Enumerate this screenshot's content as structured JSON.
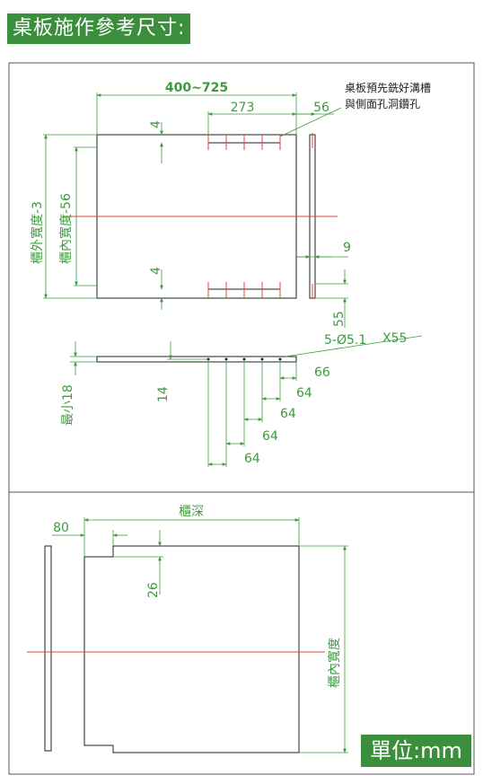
{
  "title": "桌板施作參考尺寸:",
  "unit": "單位:mm",
  "top_view": {
    "width_range": "400~725",
    "slot_span": "273",
    "edge_offset": "56",
    "slot_inset_top": "4",
    "slot_inset_bottom": "4",
    "outer_width": "櫃外寬度-3",
    "inner_width": "櫃內寬度-56",
    "note_line1": "桌板預先銑好溝槽",
    "note_line2": "與側面孔洞鑽孔",
    "side_offset": "9",
    "side_bottom": "55"
  },
  "side_view": {
    "holes": "5-Ø5.1",
    "hole_depth": "X55",
    "hole_height": "14",
    "min_thickness": "最小18",
    "spacings": [
      "66",
      "64",
      "64",
      "64",
      "64"
    ]
  },
  "bottom_view": {
    "left_offset": "80",
    "depth_label": "櫃深",
    "notch_depth": "26",
    "inner_width_label": "櫃內寬度"
  },
  "colors": {
    "accent": "#3b8e3b",
    "dimension": "#3f9a3f",
    "centerline": "#e0443a"
  }
}
